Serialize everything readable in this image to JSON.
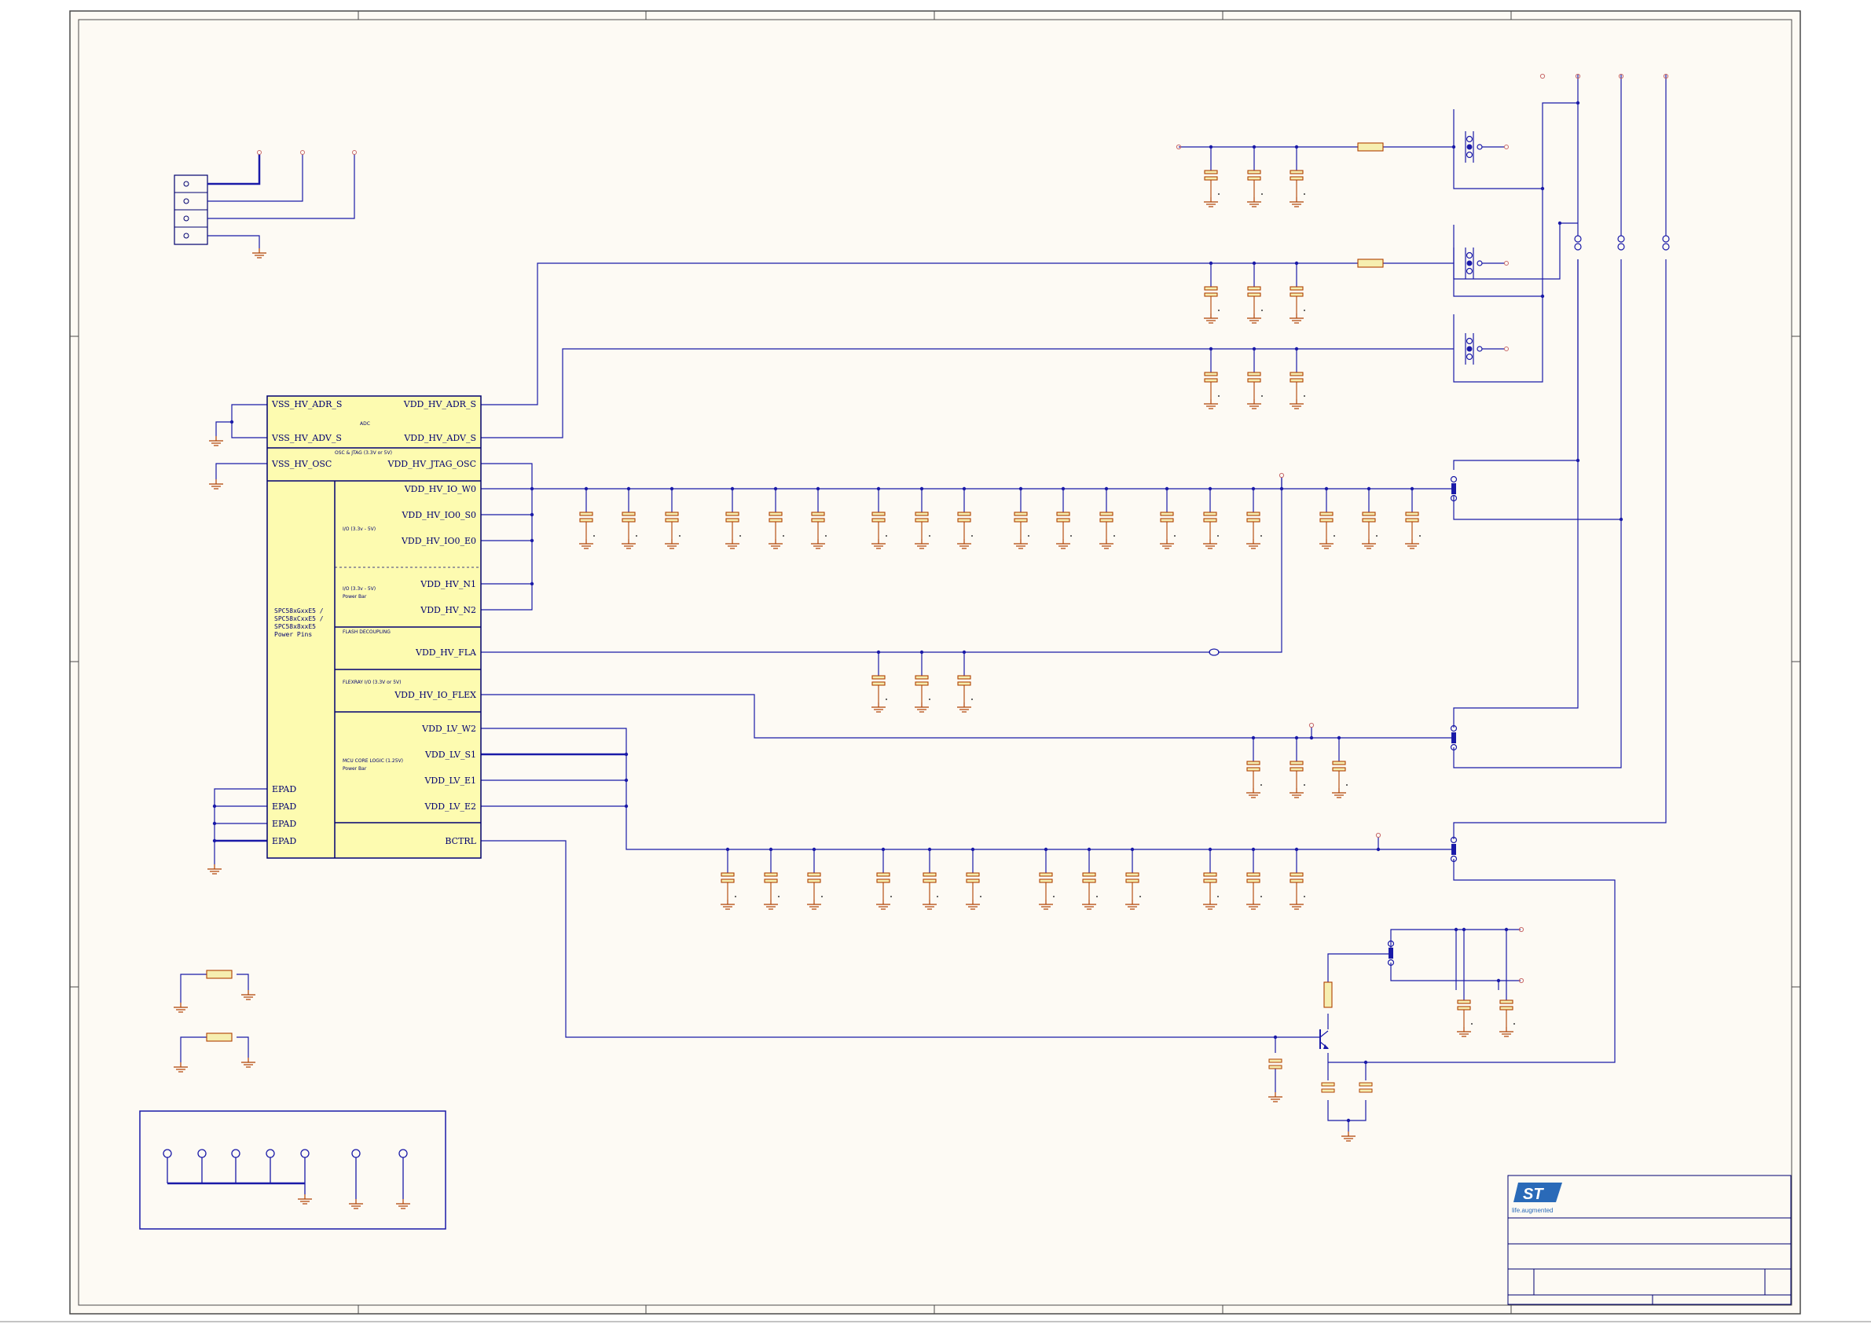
{
  "colors": {
    "paper": "#fdfaf4",
    "frame": "#4a4a4a",
    "wire": "#1a1aa8",
    "component": "#b04000",
    "part_fill": "#f6eeb0",
    "block_fill": "#fdfbb0",
    "logo": "#2a6ab8"
  },
  "mcu": {
    "left_pins": [
      "VSS_HV_ADR_S",
      "VSS_HV_ADV_S",
      "VSS_HV_OSC"
    ],
    "right_pins": [
      "VDD_HV_ADR_S",
      "VDD_HV_ADV_S",
      "VDD_HV_JTAG_OSC",
      "VDD_HV_IO_W0",
      "VDD_HV_IO0_S0",
      "VDD_HV_IO0_E0",
      "VDD_HV_N1",
      "VDD_HV_N2",
      "VDD_HV_FLA",
      "VDD_HV_IO_FLEX",
      "VDD_LV_W2",
      "VDD_LV_S1",
      "VDD_LV_E1",
      "VDD_LV_E2",
      "BCTRL"
    ],
    "epad_pins": [
      "EPAD",
      "EPAD",
      "EPAD",
      "EPAD"
    ],
    "sections": [
      "ADC",
      "OSC & JTAG (3.3V or 5V)",
      "I/O (3.3v - 5V)",
      "I/O (3.3v - 5V)",
      "Power Bar",
      "FLASH DECOUPLING",
      "FLEXRAY I/O (3.3V or 5V)",
      "MCU CORE LOGIC (1.25V)",
      "Power Bar"
    ],
    "part_label": [
      "SPC58xGxxE5 /",
      "SPC58xCxxE5 /",
      "SPC58x8xxE5",
      "Power Pins"
    ]
  },
  "logo": {
    "mark": "ST",
    "tagline": "life.augmented"
  }
}
